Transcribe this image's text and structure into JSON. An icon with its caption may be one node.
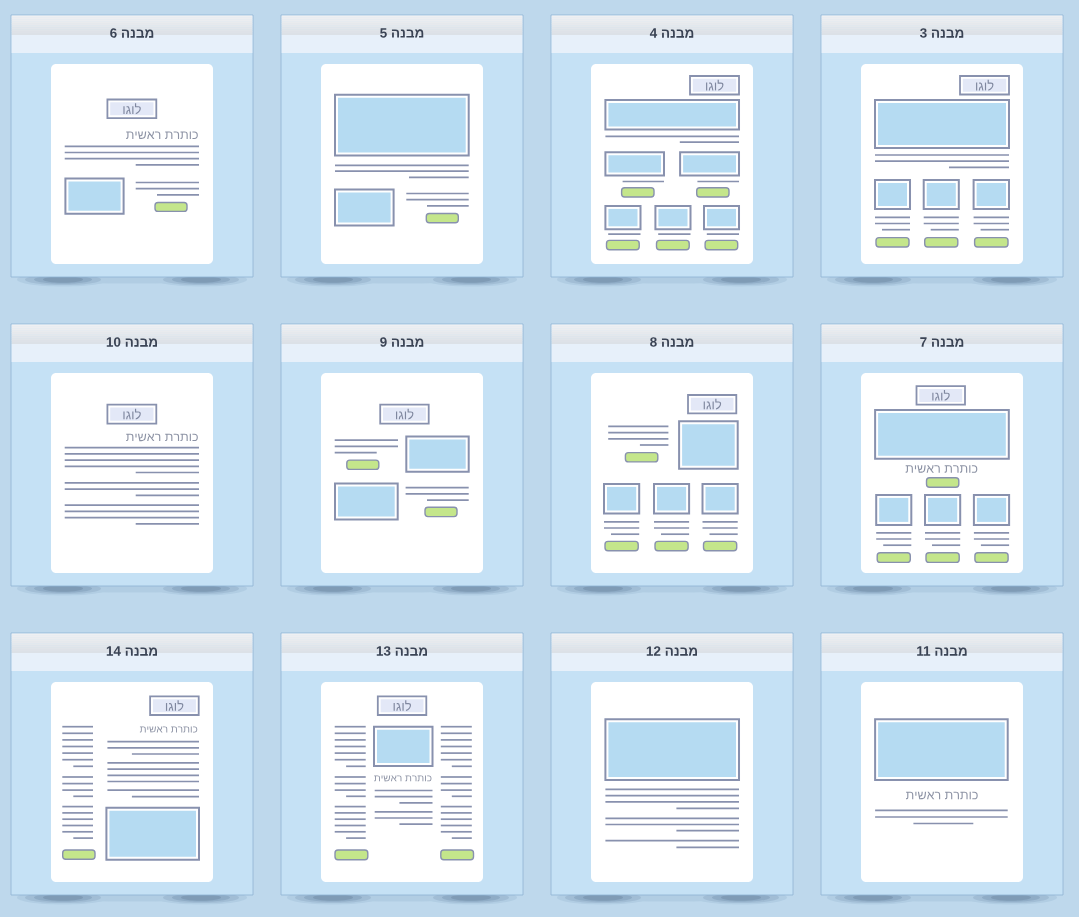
{
  "diagram": {
    "nodes": [
      {
        "text": [
          "מבנה 3"
        ]
      },
      {
        "text": [
          "לוגו"
        ],
        "in": 0
      },
      {
        "text": [
          "מבנה 4"
        ]
      },
      {
        "text": [
          "לוגו"
        ],
        "in": 2
      },
      {
        "text": [
          "מבנה 5"
        ]
      },
      {
        "text": [
          "מבנה 6",
          "כותרת ראשית"
        ]
      },
      {
        "text": [
          "לוגו"
        ],
        "in": 5
      },
      {
        "text": [
          "מבנה 7",
          "כותרת ראשית"
        ]
      },
      {
        "text": [
          "לוגו"
        ],
        "in": 7
      },
      {
        "text": [
          "מבנה 8"
        ]
      },
      {
        "text": [
          "לוגו"
        ],
        "in": 9
      },
      {
        "text": [
          "מבנה 9"
        ]
      },
      {
        "text": [
          "לוגו"
        ],
        "in": 11
      },
      {
        "text": [
          "מבנה 10",
          "כותרת ראשית"
        ]
      },
      {
        "text": [
          "לוגו"
        ],
        "in": 13
      },
      {
        "text": [
          "מבנה 11",
          "כותרת ראשית"
        ]
      },
      {
        "text": [
          "מבנה 12"
        ]
      },
      {
        "text": [
          "מבנה 13",
          "כותרת ראשית"
        ]
      },
      {
        "text": [
          "לוגו"
        ],
        "in": 17
      },
      {
        "text": [
          "מבנה 14",
          "כותרת ראשית"
        ]
      },
      {
        "text": [
          "לוגו"
        ],
        "in": 19
      }
    ]
  }
}
